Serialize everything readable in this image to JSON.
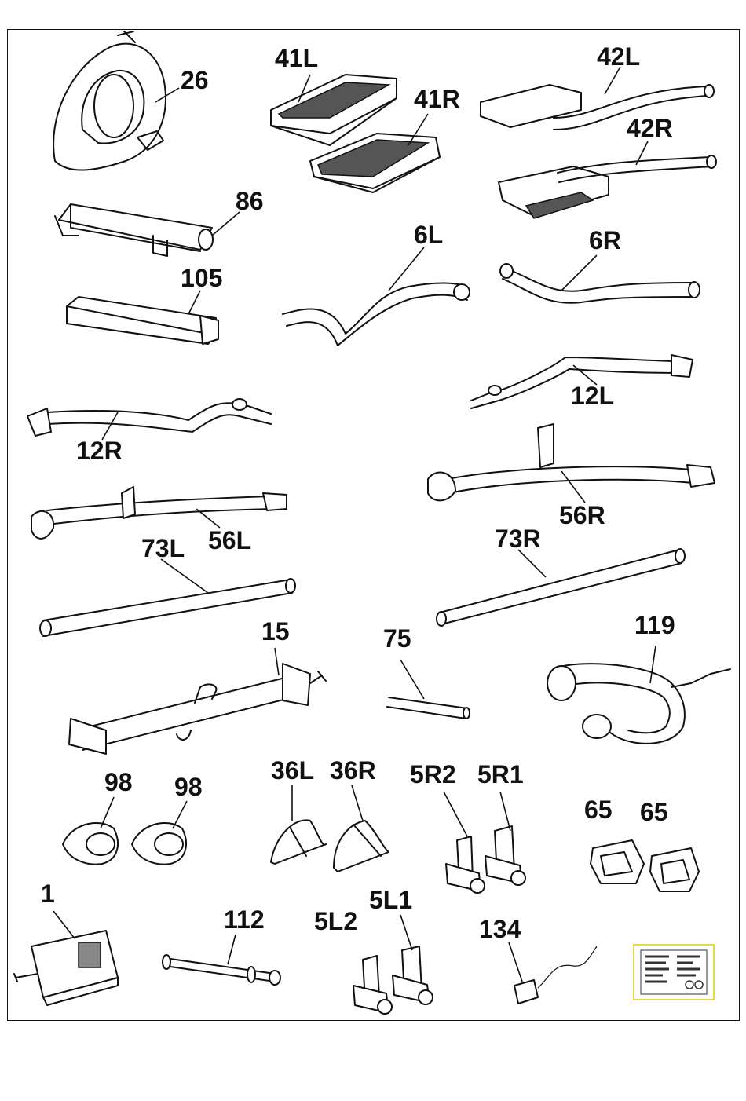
{
  "labels": [
    {
      "id": "26",
      "text": "26"
    },
    {
      "id": "41L",
      "text": "41L"
    },
    {
      "id": "41R",
      "text": "41R"
    },
    {
      "id": "42L",
      "text": "42L"
    },
    {
      "id": "42R",
      "text": "42R"
    },
    {
      "id": "86",
      "text": "86"
    },
    {
      "id": "105",
      "text": "105"
    },
    {
      "id": "6L",
      "text": "6L"
    },
    {
      "id": "6R",
      "text": "6R"
    },
    {
      "id": "12R",
      "text": "12R"
    },
    {
      "id": "12L",
      "text": "12L"
    },
    {
      "id": "56L",
      "text": "56L"
    },
    {
      "id": "56R",
      "text": "56R"
    },
    {
      "id": "73L",
      "text": "73L"
    },
    {
      "id": "73R",
      "text": "73R"
    },
    {
      "id": "15",
      "text": "15"
    },
    {
      "id": "75",
      "text": "75"
    },
    {
      "id": "119",
      "text": "119"
    },
    {
      "id": "98a",
      "text": "98"
    },
    {
      "id": "98b",
      "text": "98"
    },
    {
      "id": "36L",
      "text": "36L"
    },
    {
      "id": "36R",
      "text": "36R"
    },
    {
      "id": "5R2",
      "text": "5R2"
    },
    {
      "id": "5R1",
      "text": "5R1"
    },
    {
      "id": "65a",
      "text": "65"
    },
    {
      "id": "65b",
      "text": "65"
    },
    {
      "id": "1",
      "text": "1"
    },
    {
      "id": "112",
      "text": "112"
    },
    {
      "id": "5L2",
      "text": "5L2"
    },
    {
      "id": "5L1",
      "text": "5L1"
    },
    {
      "id": "134",
      "text": "134"
    }
  ]
}
